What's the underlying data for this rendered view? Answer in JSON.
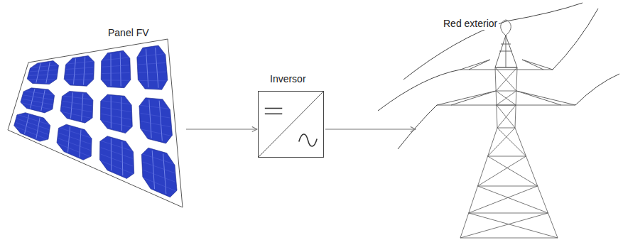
{
  "diagram": {
    "nodes": [
      {
        "text": [
          "Panel FV"
        ]
      },
      {
        "text": [
          "Inversor"
        ]
      },
      {
        "text": [
          "Red exterior"
        ]
      }
    ],
    "edges": [
      {
        "from": 0,
        "to": 1,
        "arrow": "to"
      },
      {
        "from": 1,
        "to": 2,
        "arrow": "to"
      }
    ]
  }
}
